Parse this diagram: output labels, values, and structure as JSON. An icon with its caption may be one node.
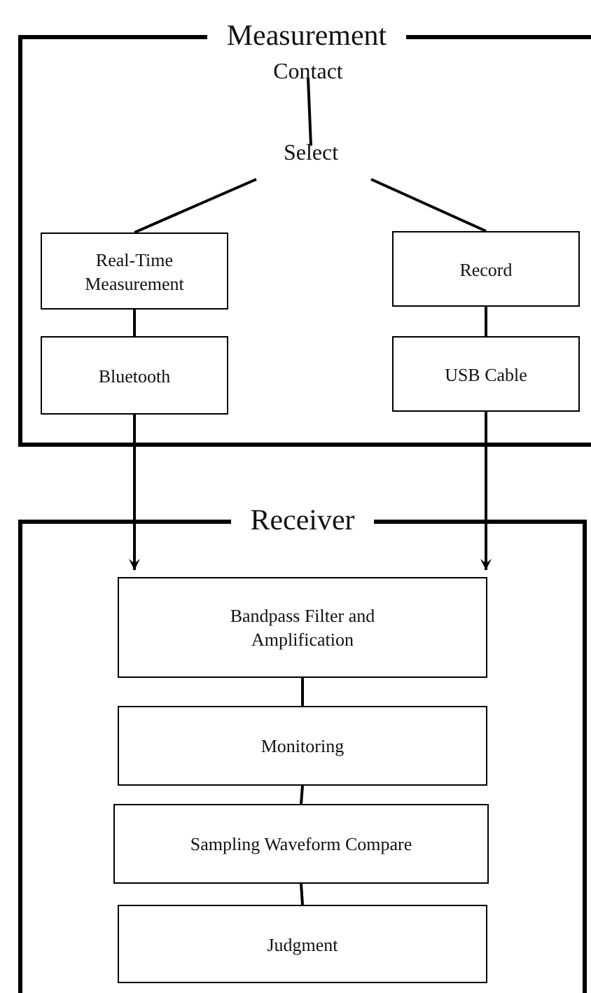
{
  "diagram": {
    "nodes": [
      {
        "text": [
          "Measurement"
        ]
      },
      {
        "text": [
          "Contact"
        ],
        "in": 0
      },
      {
        "text": [
          "Select"
        ],
        "in": 0
      },
      {
        "text": [
          "Real-Time Measurement"
        ],
        "in": 0
      },
      {
        "text": [
          "Record"
        ],
        "in": 0
      },
      {
        "text": [
          "Bluetooth"
        ],
        "in": 0
      },
      {
        "text": [
          "USB Cable"
        ],
        "in": 0
      },
      {
        "text": [
          "Receiver"
        ]
      },
      {
        "text": [
          "Bandpass Filter and Amplification"
        ],
        "in": 7
      },
      {
        "text": [
          "Monitoring"
        ],
        "in": 7
      },
      {
        "text": [
          "Sampling Waveform Compare"
        ],
        "in": 7
      },
      {
        "text": [
          "Judgment"
        ],
        "in": 7
      }
    ],
    "edges": [
      {
        "from": 1,
        "to": 2,
        "arrow": "none"
      },
      {
        "from": 2,
        "to": 3,
        "arrow": "none"
      },
      {
        "from": 2,
        "to": 4,
        "arrow": "none"
      },
      {
        "from": 3,
        "to": 5,
        "arrow": "none"
      },
      {
        "from": 4,
        "to": 6,
        "arrow": "none"
      },
      {
        "from": 5,
        "to": 8,
        "arrow": "to"
      },
      {
        "from": 6,
        "to": 8,
        "arrow": "to"
      },
      {
        "from": 8,
        "to": 9,
        "arrow": "none"
      },
      {
        "from": 9,
        "to": 10,
        "arrow": "none"
      },
      {
        "from": 10,
        "to": 11,
        "arrow": "none"
      }
    ]
  }
}
